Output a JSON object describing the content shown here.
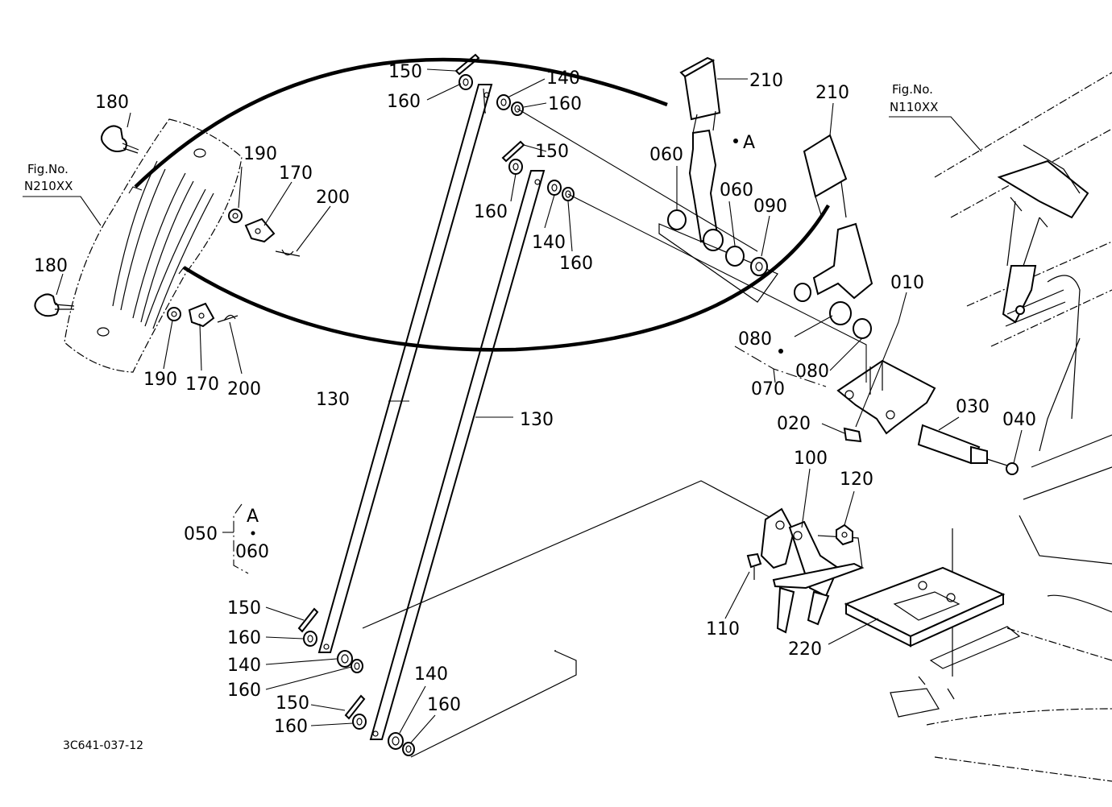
{
  "drawing_code": "3C641-037-12",
  "fig_refs": [
    {
      "line1": "Fig.No.",
      "line2": "N210XX"
    },
    {
      "line1": "Fig.No.",
      "line2": "N110XX"
    }
  ],
  "callouts": {
    "p010": "010",
    "p020": "020",
    "p030": "030",
    "p040": "040",
    "p050": "050",
    "p050_a": "A",
    "p050_060": "060",
    "p060a": "060",
    "p060b": "060",
    "p070": "070",
    "p080a": "080",
    "p080b": "080",
    "p090": "090",
    "p100": "100",
    "p110": "110",
    "p120": "120",
    "p130a": "130",
    "p130b": "130",
    "p140a": "140",
    "p140b": "140",
    "p140c": "140",
    "p140d": "140",
    "p150a": "150",
    "p150b": "150",
    "p150c": "150",
    "p150d": "150",
    "p160a": "160",
    "p160b": "160",
    "p160c": "160",
    "p160d": "160",
    "p160e": "160",
    "p160f": "160",
    "p160g": "160",
    "p160h": "160",
    "p170a": "170",
    "p170b": "170",
    "p180a": "180",
    "p180b": "180",
    "p190a": "190",
    "p190b": "190",
    "p200a": "200",
    "p200b": "200",
    "p210a": "210",
    "p210b": "210",
    "p220": "220",
    "ref_a": "A"
  }
}
